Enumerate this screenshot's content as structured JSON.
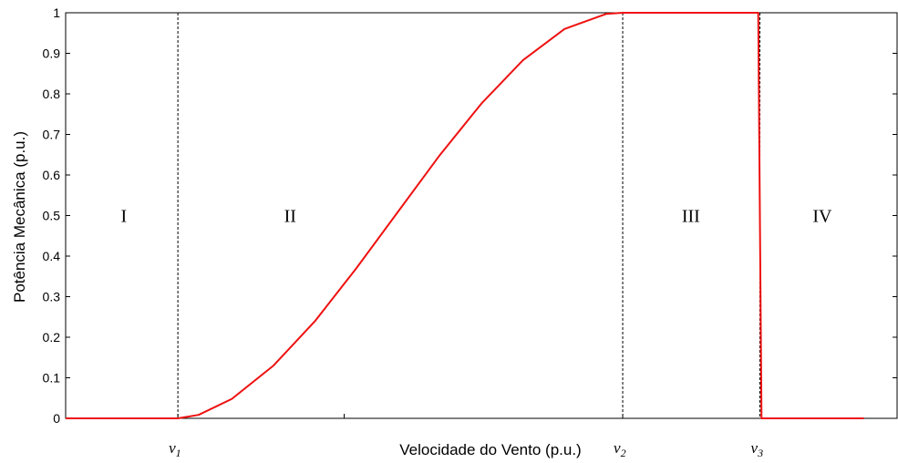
{
  "chart_data": {
    "type": "line",
    "title": "",
    "xlabel": "Velocidade do Vento (p.u.)",
    "ylabel": "Potência Mecânica (p.u.)",
    "xlim": [
      0,
      10
    ],
    "ylim": [
      0,
      1
    ],
    "yticks": [
      "0",
      "0.1",
      "0.2",
      "0.3",
      "0.4",
      "0.5",
      "0.6",
      "0.7",
      "0.8",
      "0.9",
      "1"
    ],
    "grid": false,
    "line_color": "#ee1111",
    "v_lines": [
      {
        "x": 1.35,
        "label": "v",
        "sub": "1"
      },
      {
        "x": 6.7,
        "label": "v",
        "sub": "2"
      },
      {
        "x": 8.35,
        "label": "v",
        "sub": "3"
      }
    ],
    "regions": [
      {
        "label": "I",
        "x": 0.7
      },
      {
        "label": "II",
        "x": 2.7
      },
      {
        "label": "III",
        "x": 7.52
      },
      {
        "label": "IV",
        "x": 9.1
      }
    ],
    "series": [
      {
        "x": [
          0,
          1.35,
          1.6,
          2.0,
          2.5,
          3.0,
          3.5,
          4.0,
          4.5,
          5.0,
          5.5,
          6.0,
          6.5,
          6.7,
          8.33,
          8.35,
          8.37,
          9.6
        ],
        "values": [
          0,
          0,
          0.0086,
          0.048,
          0.13,
          0.24,
          0.371,
          0.51,
          0.649,
          0.776,
          0.883,
          0.96,
          0.997,
          1,
          1,
          0.5,
          0,
          0
        ]
      }
    ]
  }
}
